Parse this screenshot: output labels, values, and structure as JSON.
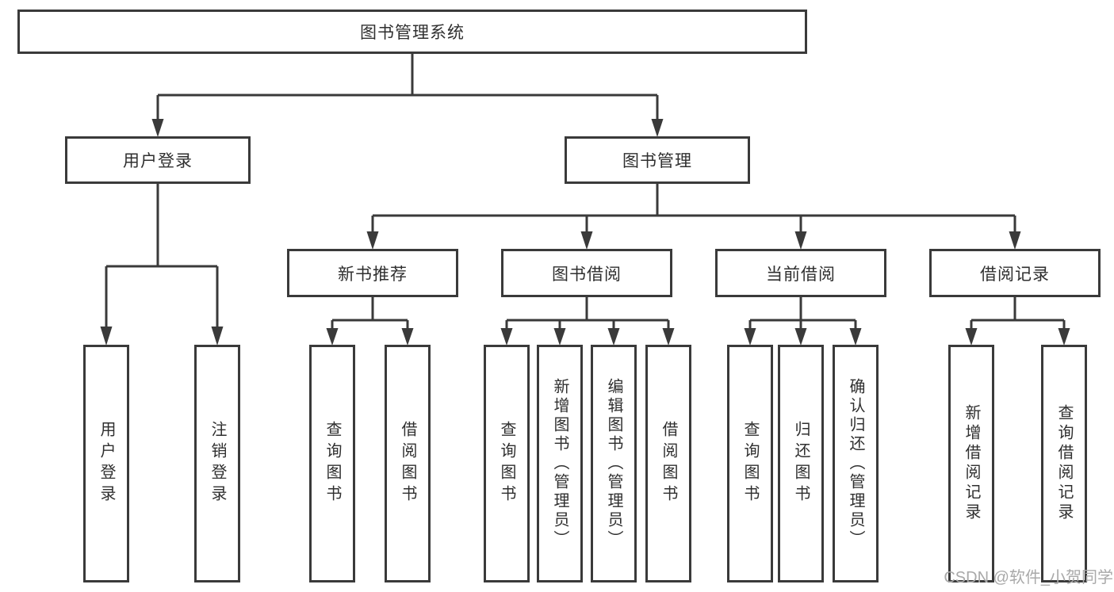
{
  "diagram": {
    "root": {
      "label": "图书管理系统"
    },
    "level2": [
      {
        "label": "用户登录",
        "leaves": [
          {
            "label": "用户登录"
          },
          {
            "label": "注销登录"
          }
        ]
      },
      {
        "label": "图书管理",
        "groups": [
          {
            "label": "新书推荐",
            "leaves": [
              {
                "label": "查询图书"
              },
              {
                "label": "借阅图书"
              }
            ]
          },
          {
            "label": "图书借阅",
            "leaves": [
              {
                "label": "查询图书"
              },
              {
                "label": "新增图书（管理员）"
              },
              {
                "label": "编辑图书（管理员）"
              },
              {
                "label": "借阅图书"
              }
            ]
          },
          {
            "label": "当前借阅",
            "leaves": [
              {
                "label": "查询图书"
              },
              {
                "label": "归还图书"
              },
              {
                "label": "确认归还（管理员）"
              }
            ]
          },
          {
            "label": "借阅记录",
            "leaves": [
              {
                "label": "新增借阅记录"
              },
              {
                "label": "查询借阅记录"
              }
            ]
          }
        ]
      }
    ]
  },
  "watermark": {
    "text": "CSDN @软件_小贺同学"
  },
  "colors": {
    "line": "#3a3a3a",
    "text": "#2f2f2f",
    "watermark": "#a9a9a9",
    "background": "#ffffff"
  }
}
